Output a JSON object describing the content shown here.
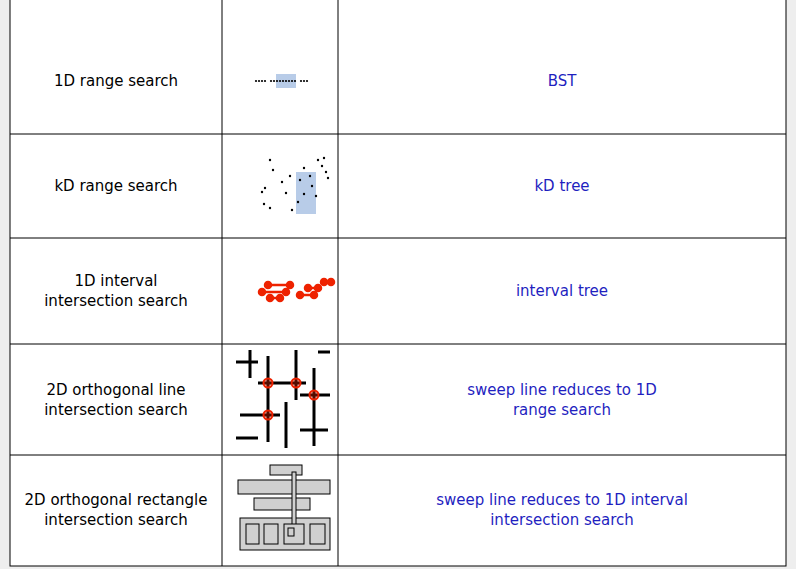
{
  "diagram": {
    "labels": [
      "1D range search",
      "BST",
      "kD range search",
      "kD tree",
      "1D interval intersection search",
      "interval tree",
      "2D orthogonal line intersection search",
      "sweep line reduces to 1D range search",
      "2D orthogonal rectangle intersection search",
      "sweep line reduces to 1D interval intersection search"
    ]
  }
}
